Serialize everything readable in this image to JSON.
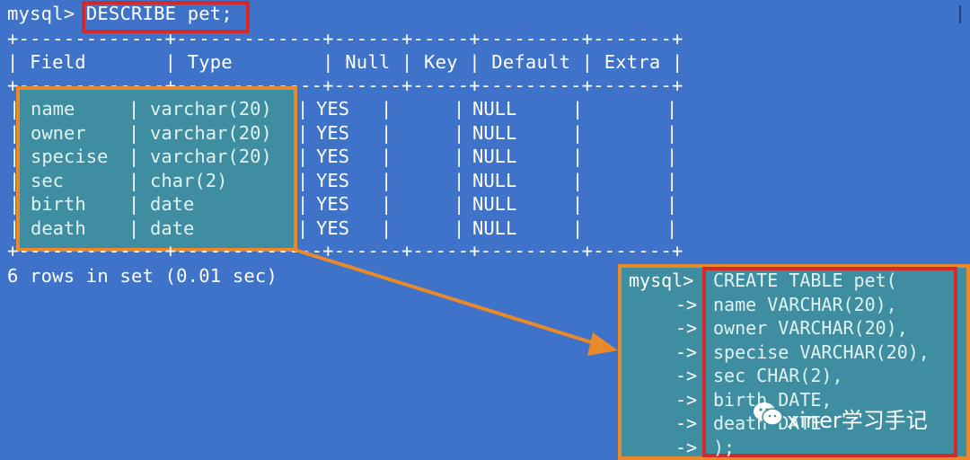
{
  "terminal": {
    "prompt": "mysql>",
    "command": "DESCRIBE pet;",
    "separator": "+-------------+-------------+------+-----+---------+-------+",
    "header_line": "| Field       | Type        | Null | Key | Default | Extra |",
    "table": {
      "columns": [
        "Field",
        "Type",
        "Null",
        "Key",
        "Default",
        "Extra"
      ],
      "rows": [
        {
          "field": "name",
          "type": "varchar(20)",
          "null": "YES",
          "key": "",
          "default": "NULL",
          "extra": ""
        },
        {
          "field": "owner",
          "type": "varchar(20)",
          "null": "YES",
          "key": "",
          "default": "NULL",
          "extra": ""
        },
        {
          "field": "specise",
          "type": "varchar(20)",
          "null": "YES",
          "key": "",
          "default": "NULL",
          "extra": ""
        },
        {
          "field": "sec",
          "type": "char(2)",
          "null": "YES",
          "key": "",
          "default": "NULL",
          "extra": ""
        },
        {
          "field": "birth",
          "type": "date",
          "null": "YES",
          "key": "",
          "default": "NULL",
          "extra": ""
        },
        {
          "field": "death",
          "type": "date",
          "null": "YES",
          "key": "",
          "default": "NULL",
          "extra": ""
        }
      ]
    },
    "result_summary": "6 rows in set (0.01 sec)"
  },
  "create_statement": {
    "prompt": "mysql>",
    "continuation": "->",
    "lines": [
      "CREATE TABLE pet(",
      "name VARCHAR(20),",
      "owner VARCHAR(20),",
      "specise VARCHAR(20),",
      "sec CHAR(2),",
      "birth DATE,",
      "death DATE",
      ");"
    ]
  },
  "watermark": {
    "text": "xiner学习手记",
    "icon": "wechat-icon"
  },
  "colors": {
    "background": "#3f72c9",
    "highlight_fill": "#3f8da0",
    "orange": "#e8892c",
    "red": "#d22a2a"
  }
}
